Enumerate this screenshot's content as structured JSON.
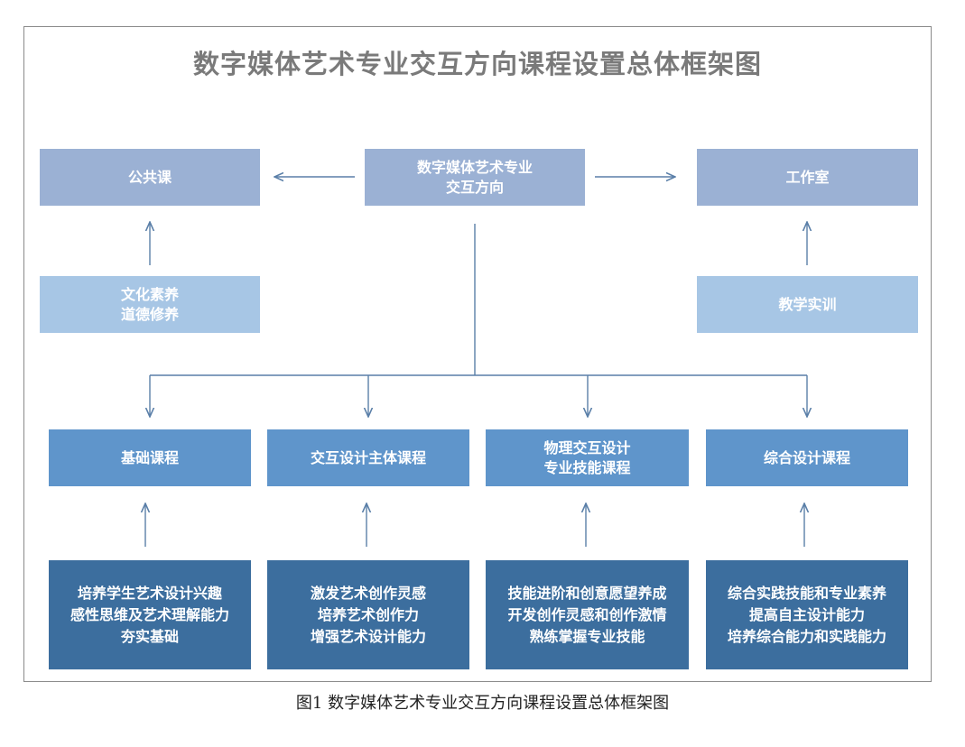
{
  "title": "数字媒体艺术专业交互方向课程设置总体框架图",
  "center": {
    "line1": "数字媒体艺术专业",
    "line2": "交互方向"
  },
  "left": {
    "top": "公共课",
    "bottom": {
      "line1": "文化素养",
      "line2": "道德修养"
    }
  },
  "right": {
    "top": "工作室",
    "bottom": "教学实训"
  },
  "courses": [
    {
      "title": [
        "基础课程"
      ],
      "goals": [
        "培养学生艺术设计兴趣",
        "感性思维及艺术理解能力",
        "夯实基础"
      ]
    },
    {
      "title": [
        "交互设计主体课程"
      ],
      "goals": [
        "激发艺术创作灵感",
        "培养艺术创作力",
        "增强艺术设计能力"
      ]
    },
    {
      "title": [
        "物理交互设计",
        "专业技能课程"
      ],
      "goals": [
        "技能进阶和创意愿望养成",
        "开发创作灵感和创作激情",
        "熟练掌握专业技能"
      ]
    },
    {
      "title": [
        "综合设计课程"
      ],
      "goals": [
        "综合实践技能和专业素养",
        "提高自主设计能力",
        "培养综合能力和实践能力"
      ]
    }
  ],
  "caption": "图1 数字媒体艺术专业交互方向课程设置总体框架图",
  "colors": {
    "top": "#9bb1d4",
    "light": "#a7c6e5",
    "mid": "#5f95cb",
    "dark": "#3c6e9e",
    "arrow": "#5a7fa8"
  }
}
